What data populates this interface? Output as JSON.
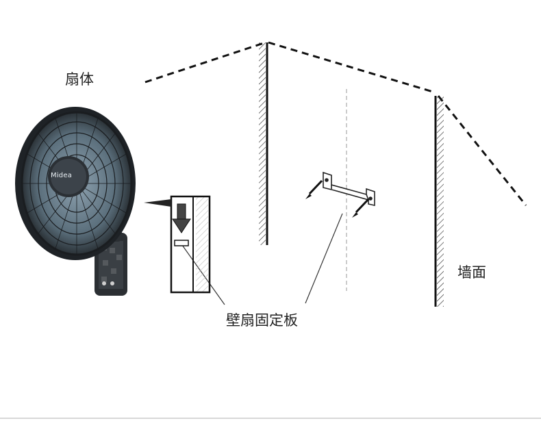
{
  "labels": {
    "fan_body": "扇体",
    "wall": "墙面",
    "fan_mount_plate": "壁扇固定板"
  },
  "brand": "Midea",
  "colors": {
    "line": "#111111",
    "fan_dark": "#2b2f33",
    "fan_blade": "#6f8595",
    "guide_dashed": "#bbbbbb",
    "hatch": "#bdbdbd"
  },
  "icons": [
    "wall-fan-icon",
    "mounting-bracket-icon",
    "screw-icon",
    "down-arrow-icon"
  ]
}
